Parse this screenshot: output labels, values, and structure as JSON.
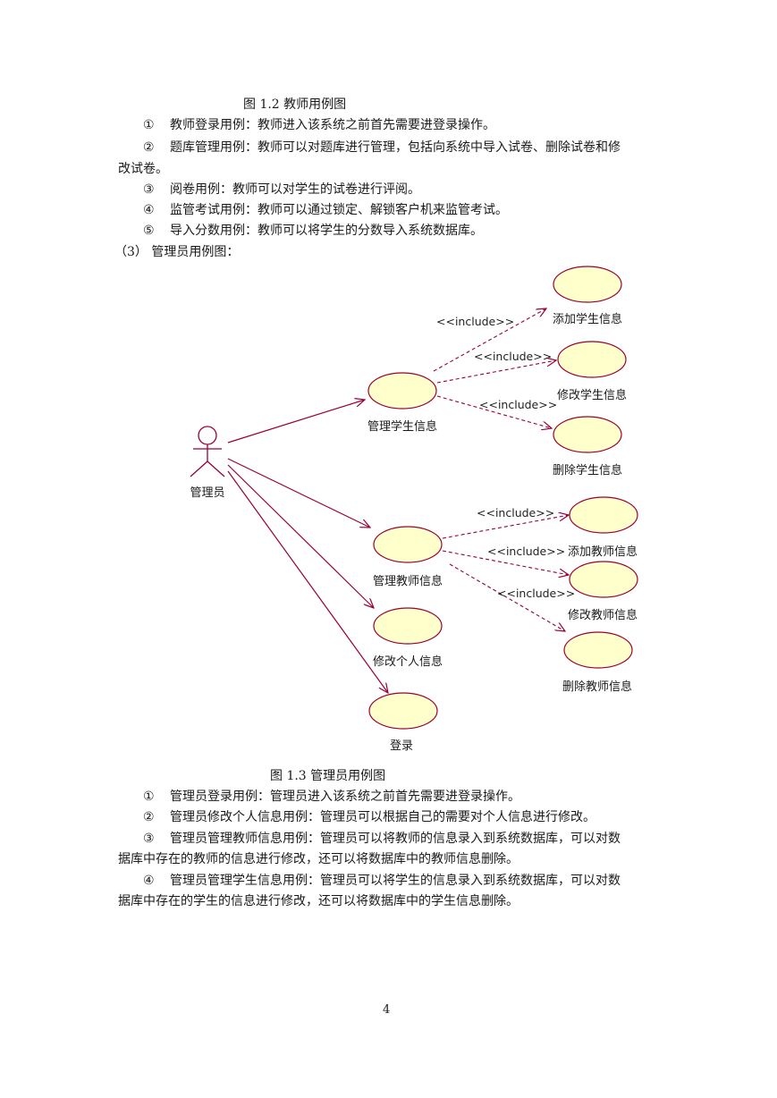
{
  "top_caption": "图 1.2  教师用例图",
  "teacher_items": [
    {
      "num": "①",
      "text": "教师登录用例：教师进入该系统之前首先需要进登录操作。"
    },
    {
      "num": "②",
      "text": "题库管理用例：教师可以对题库进行管理，包括向系统中导入试卷、删除试卷和修",
      "cont": "改试卷。"
    },
    {
      "num": "③",
      "text": "阅卷用例：教师可以对学生的试卷进行评阅。"
    },
    {
      "num": "④",
      "text": "监管考试用例：教师可以通过锁定、解锁客户机来监管考试。"
    },
    {
      "num": "⑤",
      "text": "导入分数用例：教师可以将学生的分数导入系统数据库。"
    }
  ],
  "section_heading": "（3）  管理员用例图：",
  "diagram": {
    "actor": "管理员",
    "include_label": "<<include>>",
    "use_cases": {
      "manage_students": "管理学生信息",
      "add_student": "添加学生信息",
      "modify_student": "修改学生信息",
      "delete_student": "删除学生信息",
      "manage_teachers": "管理教师信息",
      "add_teacher": "添加教师信息",
      "modify_teacher": "修改教师信息",
      "delete_teacher": "删除教师信息",
      "modify_personal": "修改个人信息",
      "login": "登录"
    },
    "colors": {
      "ellipse_fill": "#ffffcc",
      "line": "#990033",
      "actor": "#990033"
    }
  },
  "bottom_caption": "图 1.3  管理员用例图",
  "admin_items": [
    {
      "num": "①",
      "text": "管理员登录用例：管理员进入该系统之前首先需要进登录操作。"
    },
    {
      "num": "②",
      "text": "管理员修改个人信息用例：管理员可以根据自己的需要对个人信息进行修改。"
    },
    {
      "num": "③",
      "text": "管理员管理教师信息用例：管理员可以将教师的信息录入到系统数据库，可以对数",
      "cont": "据库中存在的教师的信息进行修改，还可以将数据库中的教师信息删除。"
    },
    {
      "num": "④",
      "text": "管理员管理学生信息用例：管理员可以将学生的信息录入到系统数据库，可以对数",
      "cont": "据库中存在的学生的信息进行修改，还可以将数据库中的学生信息删除。"
    }
  ],
  "page_number": "4"
}
